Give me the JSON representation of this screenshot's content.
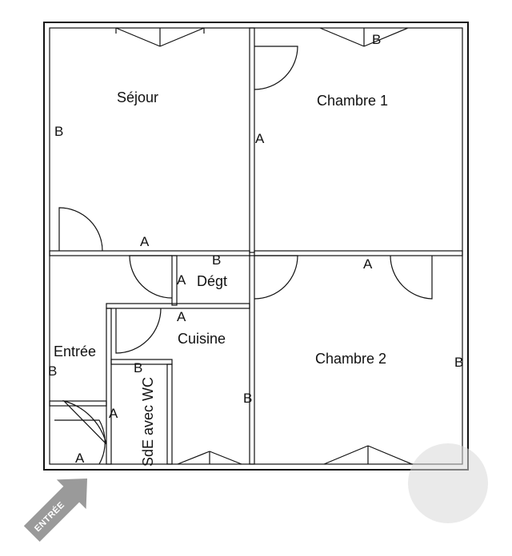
{
  "rooms": {
    "sejour": "Séjour",
    "chambre1": "Chambre 1",
    "chambre2": "Chambre 2",
    "degt": "Dégt",
    "cuisine": "Cuisine",
    "entree": "Entrée",
    "sde": "SdE avec WC"
  },
  "marks": {
    "a": "A",
    "b": "B"
  },
  "entrance_arrow": {
    "label": "ENTRÉE",
    "color": "#9a9a9a"
  },
  "watermark": {
    "color": "#d8d8d8"
  }
}
